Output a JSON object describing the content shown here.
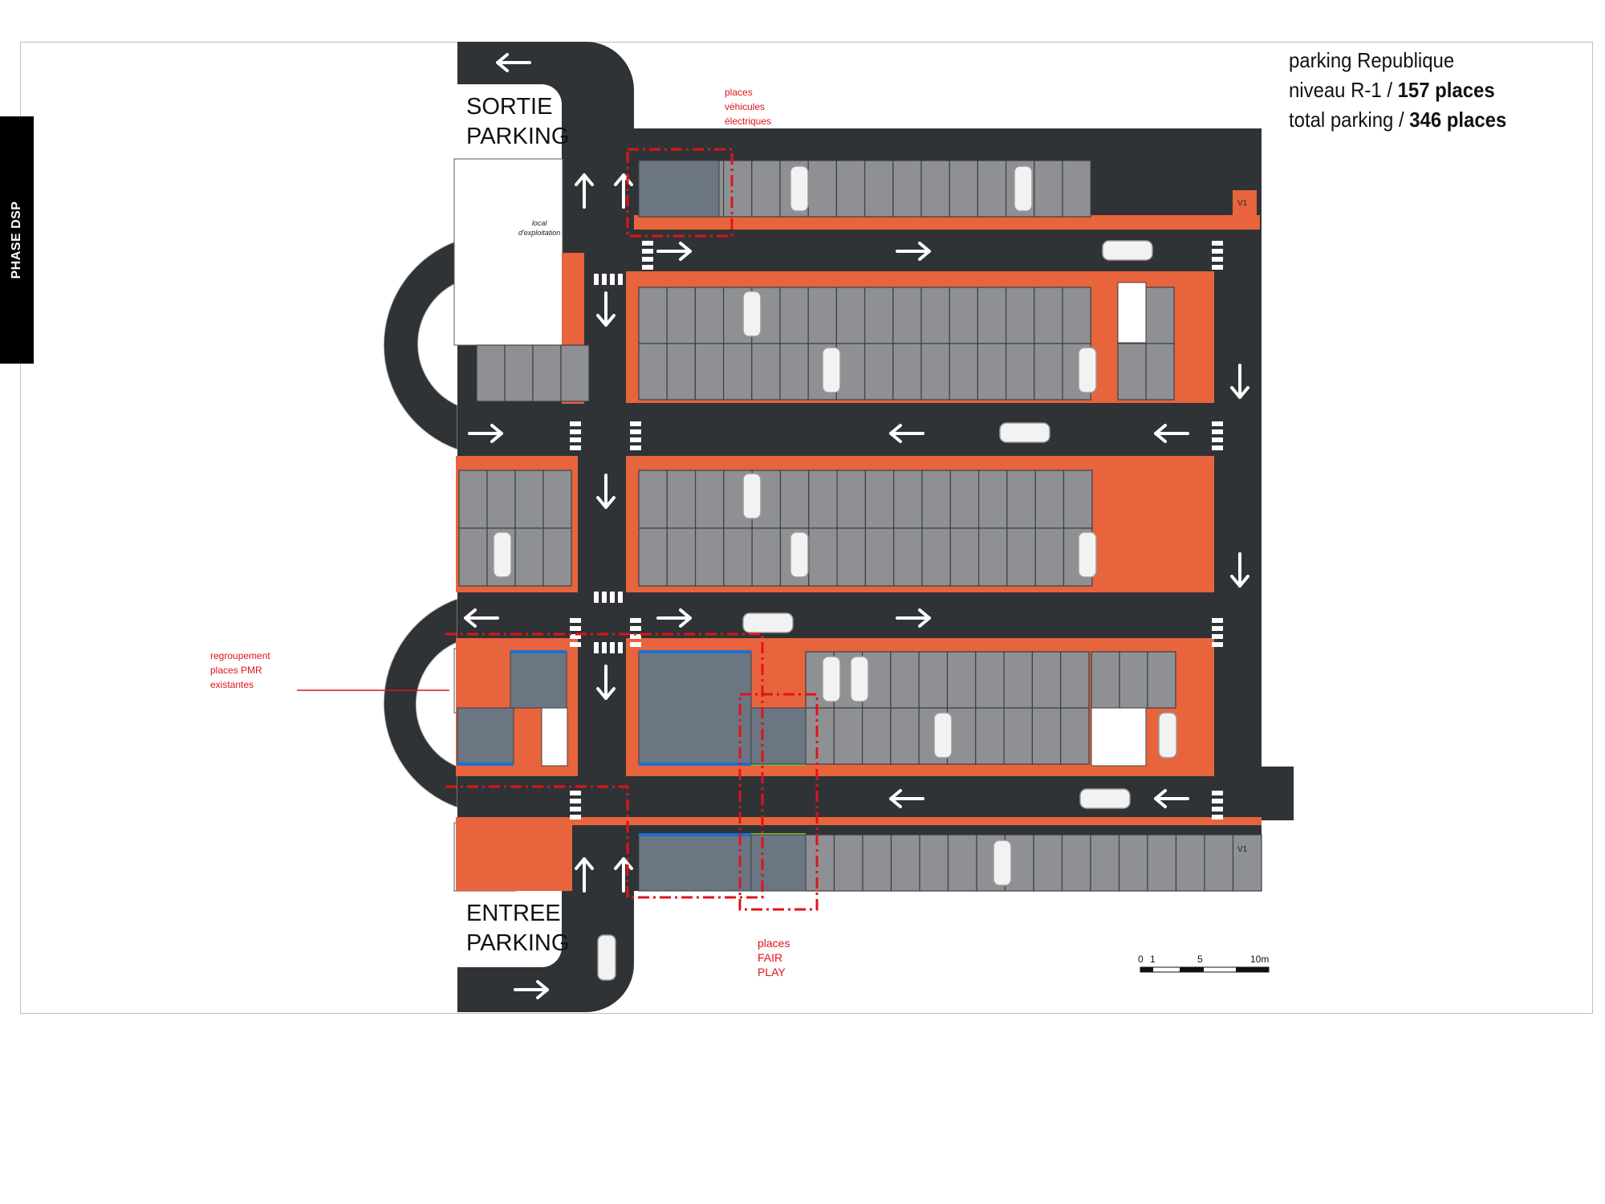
{
  "side_tag": "PHASE DSP",
  "title": {
    "line1": "parking Republique",
    "line2_prefix": "niveau R-1 / ",
    "line2_bold": "157 places",
    "line3_prefix": "total parking / ",
    "line3_bold": "346 places"
  },
  "signs": {
    "exit": "SORTIE\nPARKING",
    "entry": "ENTREE\nPARKING"
  },
  "annotations": {
    "ev_places": "places\nvéhicules\nélectriques",
    "pmr_places": "regroupement\nplaces PMR\nexistantes",
    "fair_play": "places\nFAIR\nPLAY",
    "local": "local\nd'exploitation"
  },
  "v1_label": "V1",
  "scale_bar": {
    "ticks": [
      "0",
      "1",
      "5",
      "10m"
    ]
  },
  "colors": {
    "asphalt": "#2f3336",
    "curb": "#e8643c",
    "stall": "#8e9093",
    "stall_line": "#3c4044",
    "pmr_stall": "#6c7682",
    "pmr_blue": "#1e6fd1",
    "ev_green": "#7bbf3c",
    "highlight": "#e0131b"
  }
}
